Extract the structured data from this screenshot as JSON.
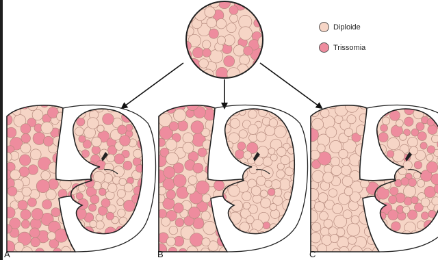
{
  "legend": {
    "diploid_label": "Diploide",
    "trisomy_label": "Trissomia"
  },
  "panels": {
    "a_label": "A",
    "b_label": "B",
    "c_label": "C"
  },
  "colors": {
    "diploid": "#f6d5c6",
    "trisomy": "#ee8c9e",
    "outline": "#222222",
    "cell_stroke": "#b58a7e"
  }
}
